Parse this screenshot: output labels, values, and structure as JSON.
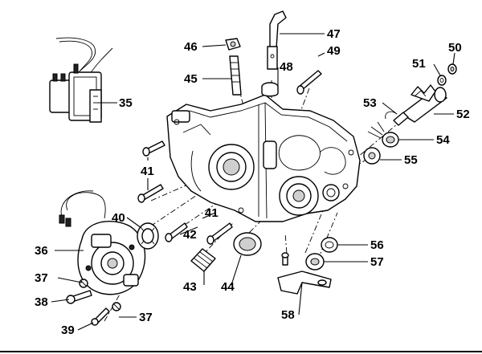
{
  "diagram": {
    "callouts": [
      "35",
      "36",
      "37",
      "37",
      "38",
      "39",
      "40",
      "41",
      "41",
      "42",
      "43",
      "44",
      "45",
      "46",
      "47",
      "48",
      "49",
      "50",
      "51",
      "52",
      "53",
      "54",
      "55",
      "56",
      "57",
      "58"
    ]
  }
}
